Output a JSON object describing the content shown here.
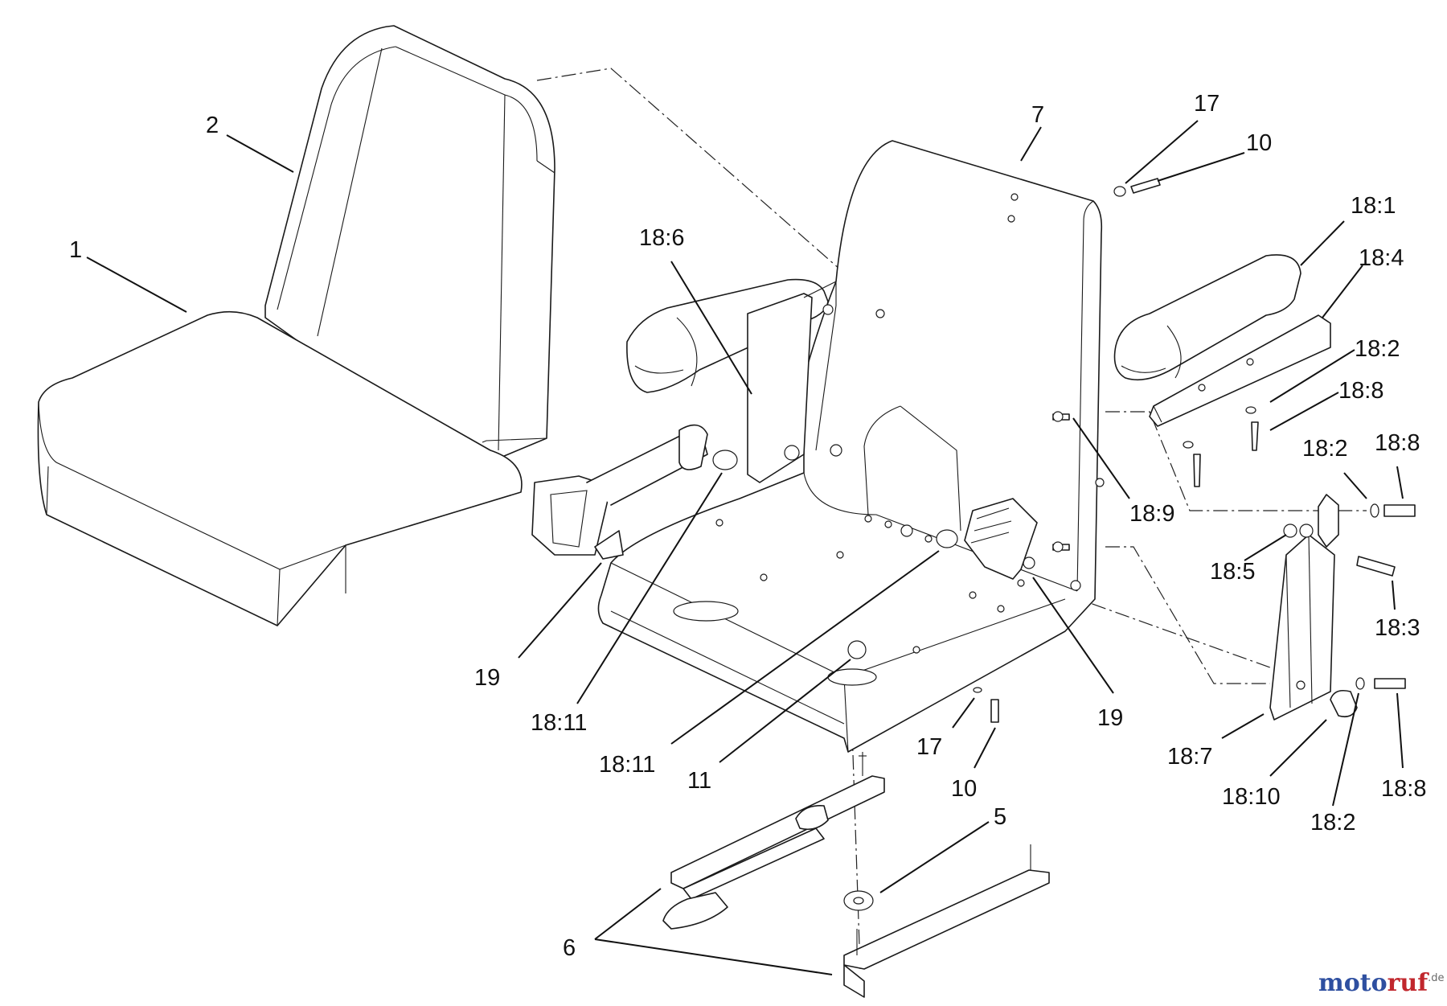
{
  "diagram": {
    "callouts": {
      "c1": "1",
      "c2": "2",
      "c5": "5",
      "c6": "6",
      "c7": "7",
      "c10a": "10",
      "c10b": "10",
      "c11": "11",
      "c17a": "17",
      "c17b": "17",
      "c18_1": "18:1",
      "c18_2a": "18:2",
      "c18_2b": "18:2",
      "c18_2c": "18:2",
      "c18_3": "18:3",
      "c18_4": "18:4",
      "c18_5": "18:5",
      "c18_6": "18:6",
      "c18_7": "18:7",
      "c18_8a": "18:8",
      "c18_8b": "18:8",
      "c18_8c": "18:8",
      "c18_9": "18:9",
      "c18_10": "18:10",
      "c18_11a": "18:11",
      "c18_11b": "18:11",
      "c19a": "19",
      "c19b": "19"
    }
  },
  "watermark": {
    "part1": "moto",
    "part2": "ruf",
    "suffix": ".de"
  }
}
